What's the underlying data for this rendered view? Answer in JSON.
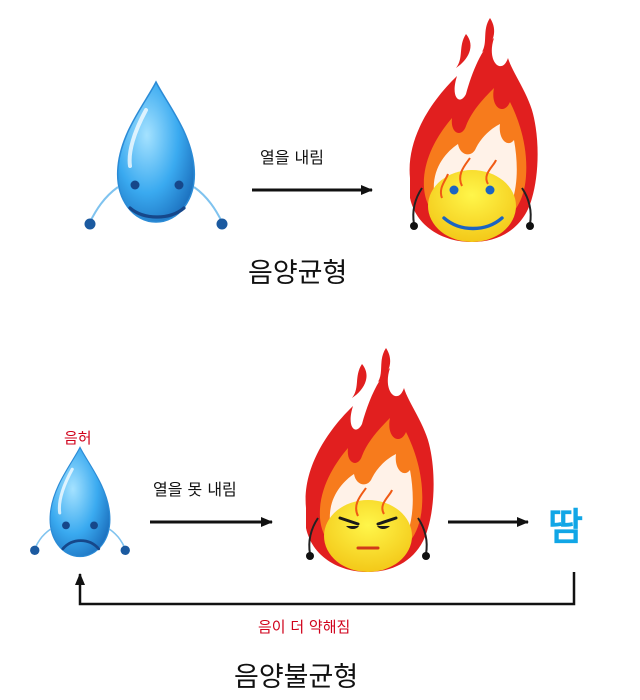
{
  "colors": {
    "water_light": "#8fd6fb",
    "water": "#39a8ec",
    "water_dark": "#1b79c4",
    "water_outline": "#1c5f9a",
    "fire_red": "#e11f1f",
    "fire_orange": "#f77b1c",
    "fire_yellow": "#f8e024",
    "face_mark": "#1b64c2",
    "red_text": "#d0021b",
    "sweat_text": "#11a6e6",
    "line": "#111111"
  },
  "top": {
    "water_expression": "smile",
    "fire_expression": "smile",
    "arrow_label": "열을 내림",
    "heading": "음양균형"
  },
  "bottom": {
    "water_expression": "sad",
    "fire_expression": "angry",
    "water_tag": "음허",
    "arrow_label": "열을 못 내림",
    "result": "땀",
    "feedback_label": "음이 더 약해짐",
    "heading": "음양불균형"
  }
}
